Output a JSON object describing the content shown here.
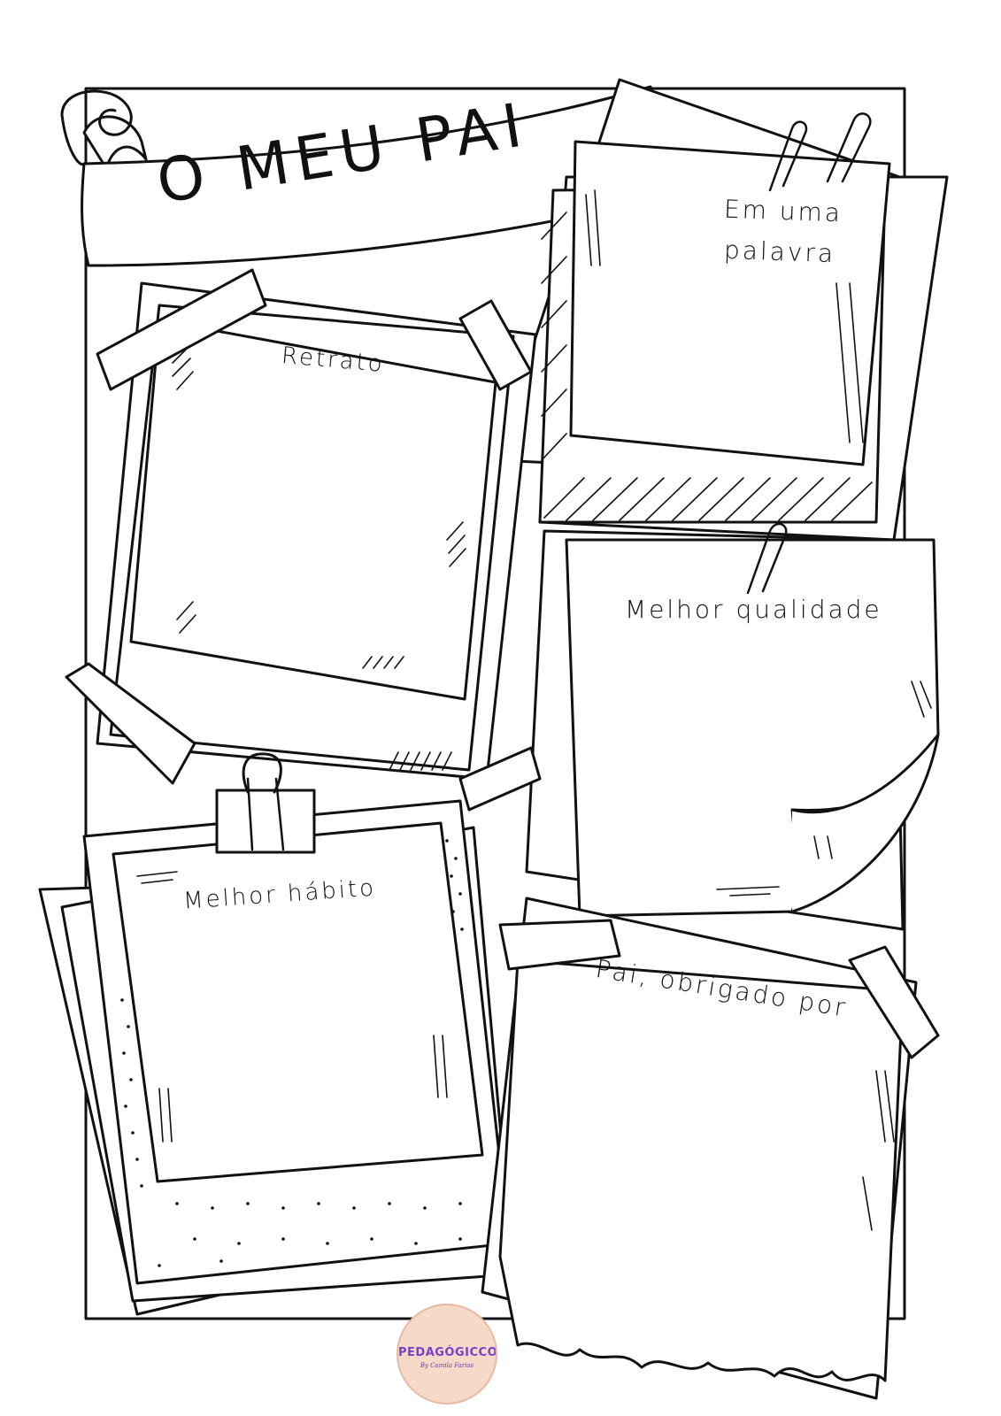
{
  "worksheet": {
    "title": "O MEU PAI",
    "sections": {
      "portrait": "Retrato",
      "one_word_line1": "Em uma",
      "one_word_line2": "palavra",
      "best_quality": "Melhor qualidade",
      "best_habit": "Melhor hábito",
      "thanks": "Pai, obrigado por"
    }
  },
  "logo": {
    "brand": "PEDAGÓGICCOS",
    "byline": "By Camila Farias",
    "colors": {
      "background": "#f7d9c9",
      "text": "#7a3fc8"
    }
  },
  "colors": {
    "ink": "#111111",
    "paper": "#ffffff"
  }
}
